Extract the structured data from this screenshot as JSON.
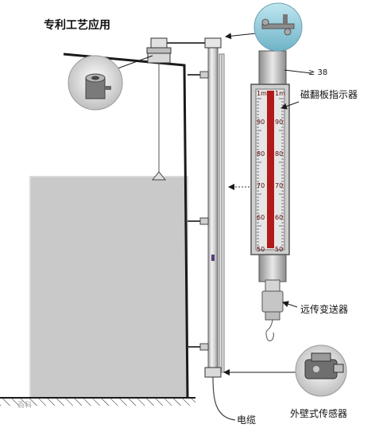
{
  "title": "专利工艺应用",
  "labels": {
    "pipe_diameter": "≥ 38",
    "indicator": "磁翻板指示器",
    "transmitter": "远传变送器",
    "cable": "电缆",
    "sensor": "外壁式传感器"
  },
  "scale": {
    "top_label": "1m",
    "ticks": [
      "90",
      "80",
      "70",
      "60",
      "50"
    ]
  },
  "colors": {
    "liquid": "#c9c9c9",
    "liquid_edge": "#d9d9d9",
    "flap": "#b21a1a",
    "pipe": "#d8d8d8",
    "line": "#1a1a1a"
  },
  "watermark": "百科"
}
